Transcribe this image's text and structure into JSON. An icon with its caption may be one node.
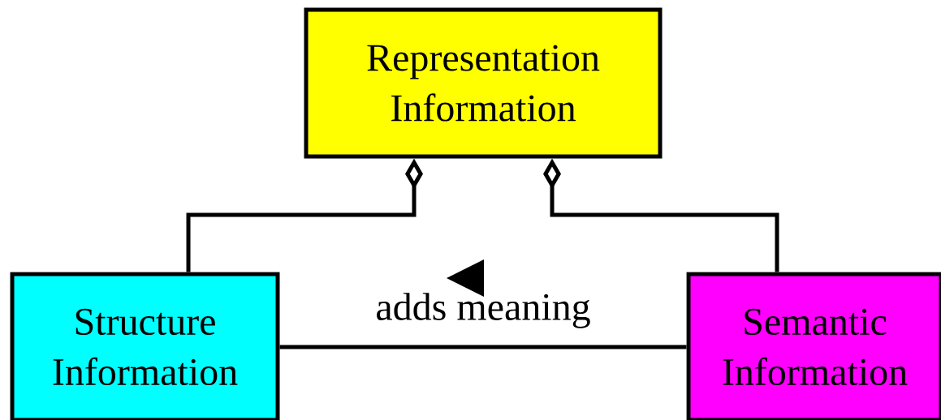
{
  "diagram": {
    "nodes": [
      {
        "text": [
          "Representation Information"
        ]
      },
      {
        "text": [
          "Structure Information"
        ]
      },
      {
        "text": [
          "Semantic Information"
        ]
      }
    ],
    "edges": [
      {
        "from": 1,
        "to": 0,
        "arrow": "other"
      },
      {
        "from": 2,
        "to": 0,
        "arrow": "other"
      },
      {
        "from": 1,
        "to": 2,
        "arrow": "none",
        "label": "adds meaning"
      }
    ]
  }
}
